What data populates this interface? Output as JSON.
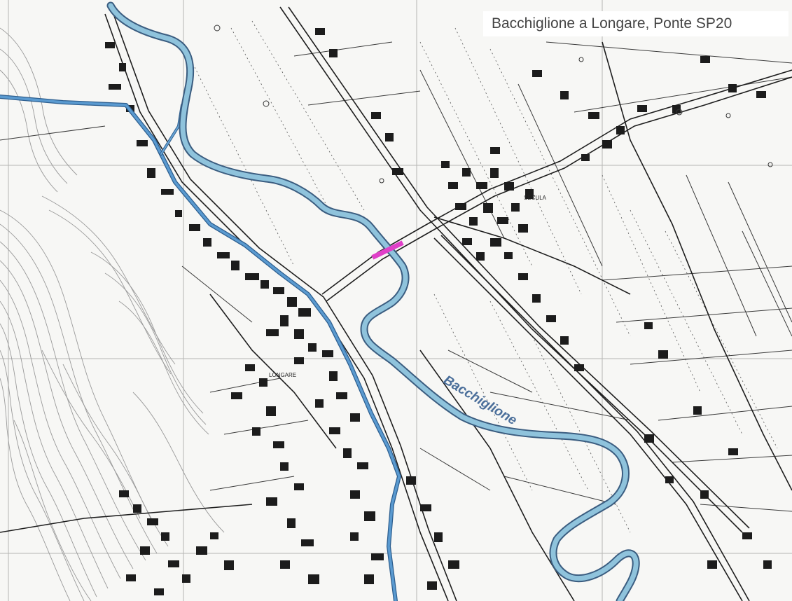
{
  "map": {
    "title": "Bacchiglione a Longare, Ponte SP20",
    "river_label": "Bacchiglione",
    "place_labels": {
      "town": "LONGARE",
      "village": "SECULA"
    },
    "colors": {
      "river": "#8fc3dc",
      "river_outline": "#3b5d80",
      "canal": "#4b8fc4",
      "bridge_highlight": "#e040c8",
      "linework": "#2b2b2b",
      "buildings": "#1c1c1c",
      "contours": "#9a9a9a"
    },
    "icons": [
      "bridge-marker"
    ]
  }
}
